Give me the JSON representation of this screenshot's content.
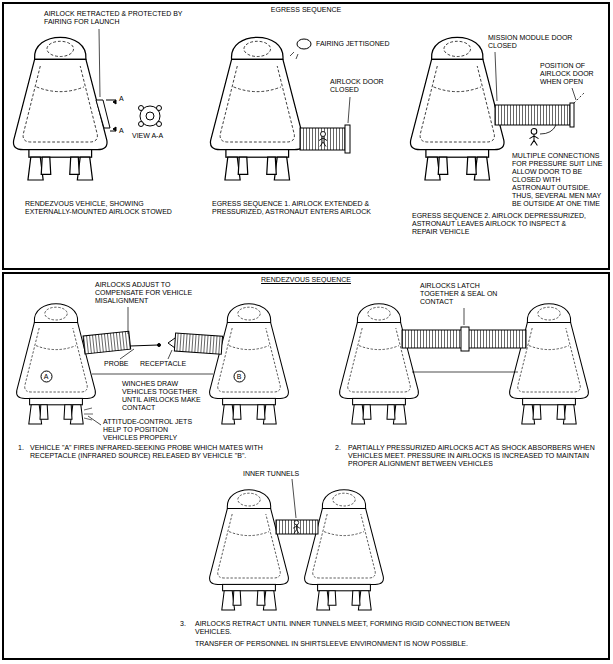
{
  "diagram": {
    "nodes": [
      {
        "text": [
          "EGRESS SEQUENCE"
        ]
      },
      {
        "text": [
          "RENDEZVOUS SEQUENCE"
        ]
      },
      {
        "text": [
          "A"
        ],
        "in": 1
      },
      {
        "text": [
          "B"
        ],
        "in": 1
      }
    ],
    "labels": [
      "AIRLOCK RETRACTED & PROTECTED BY FAIRING FOR LAUNCH",
      "A",
      "A",
      "VIEW A-A",
      "FAIRING JETTISONED",
      "AIRLOCK DOOR CLOSED",
      "MISSION MODULE DOOR CLOSED",
      "POSITION OF AIRLOCK DOOR WHEN OPEN",
      "MULTIPLE CONNECTIONS FOR PRESSURE SUIT LINE ALLOW DOOR TO BE CLOSED WITH ASTRONAUT OUTSIDE. THUS, SEVERAL MEN MAY BE OUTSIDE AT ONE TIME",
      "RENDEZVOUS VEHICLE, SHOWING EXTERNALLY-MOUNTED AIRLOCK STOWED",
      "EGRESS SEQUENCE 1. AIRLOCK EXTENDED & PRESSURIZED, ASTRONAUT ENTERS AIRLOCK",
      "EGRESS SEQUENCE 2. AIRLOCK DEPRESSURIZED, ASTRONAUT LEAVES AIRLOCK TO INSPECT & REPAIR VEHICLE",
      "AIRLOCKS ADJUST TO COMPENSATE FOR VEHICLE MISALIGNMENT",
      "PROBE",
      "RECEPTACLE",
      "WINCHES DRAW VEHICLES TOGETHER UNTIL AIRLOCKS MAKE CONTACT",
      "ATTITUDE-CONTROL JETS HELP TO POSITION VEHICLES PROPERLY",
      "1.",
      "VEHICLE \"A\" FIRES INFRARED-SEEKING PROBE WHICH MATES WITH RECEPTACLE (INFRARED SOURCE) RELEASED BY VEHICLE \"B\".",
      "AIRLOCKS LATCH TOGETHER & SEAL ON CONTACT",
      "2.",
      "PARTIALLY PRESSURIZED AIRLOCKS ACT AS SHOCK ABSORBERS WHEN VEHICLES MEET. PRESSURE IN AIRLOCKS IS INCREASED TO MAINTAIN PROPER ALIGNMENT BETWEEN VEHICLES",
      "INNER TUNNELS",
      "3.",
      "AIRLOCKS RETRACT UNTIL INNER TUNNELS MEET, FORMING RIGID CONNECTION BETWEEN VEHICLES.",
      "TRANSFER OF PERSONNEL IN SHIRTSLEEVE ENVIRONMENT IS NOW POSSIBLE."
    ]
  }
}
